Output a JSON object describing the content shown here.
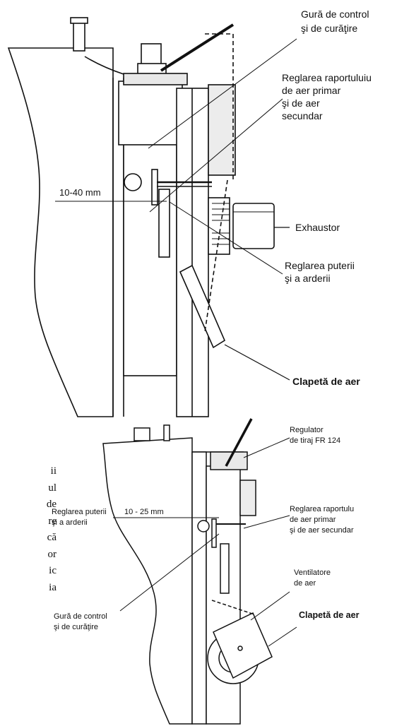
{
  "top_diagram": {
    "labels": {
      "control_mouth_l1": "Gură de control",
      "control_mouth_l2": "şi de curăţire",
      "air_ratio_l1": "Reglarea raportuluiu",
      "air_ratio_l2": "de aer primar",
      "air_ratio_l3": "şi de aer",
      "air_ratio_l4": "secundar",
      "gap": "10-40 mm",
      "exhaust": "Exhaustor",
      "power_l1": "Reglarea puterii",
      "power_l2": "şi a arderii",
      "air_flap": "Clapetă de aer"
    }
  },
  "bottom_diagram": {
    "labels": {
      "draft_l1": "Regulator",
      "draft_l2": "de tiraj FR 124",
      "power_l1": "Reglarea puterii",
      "power_gap": "10 - 25 mm",
      "power_l2": "şi a arderii",
      "air_ratio_l1": "Reglarea raportulu",
      "air_ratio_l2": "de aer primar",
      "air_ratio_l3": "şi de aer secundar",
      "fan_l1": "Ventilatore",
      "fan_l2": "de aer",
      "air_flap": "Clapetă de aer",
      "control_mouth_l1": "Gură de control",
      "control_mouth_l2": "şi de curăţire"
    }
  },
  "side_text": [
    "ii",
    "ul",
    "de",
    "re",
    "că",
    "or",
    "ic",
    "ia"
  ]
}
